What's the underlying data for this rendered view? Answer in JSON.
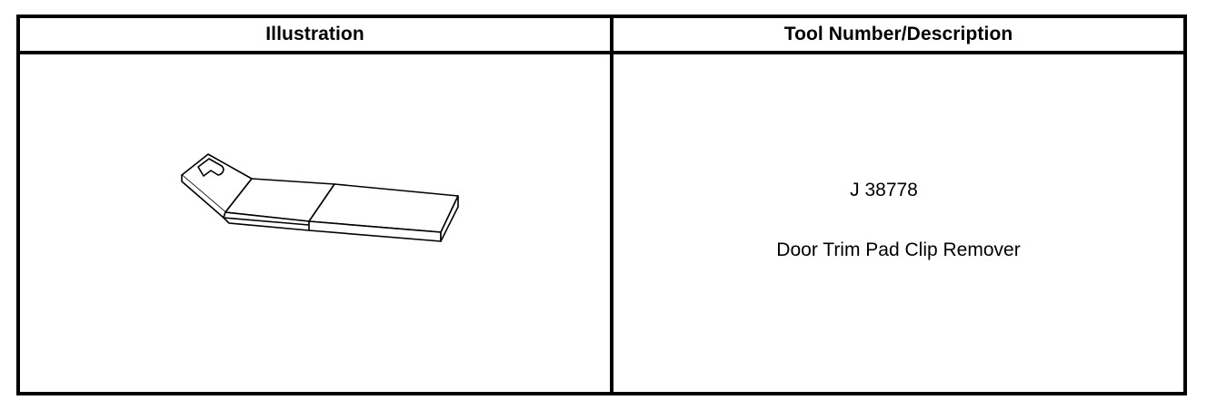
{
  "table": {
    "headers": {
      "illustration": "Illustration",
      "tool": "Tool Number/Description"
    },
    "rows": [
      {
        "illustration_icon": "door-trim-pad-clip-remover-tool-icon",
        "tool_number": "J 38778",
        "description": "Door Trim Pad Clip Remover"
      }
    ]
  },
  "colors": {
    "border": "#000000",
    "background": "#ffffff",
    "text": "#000000"
  }
}
